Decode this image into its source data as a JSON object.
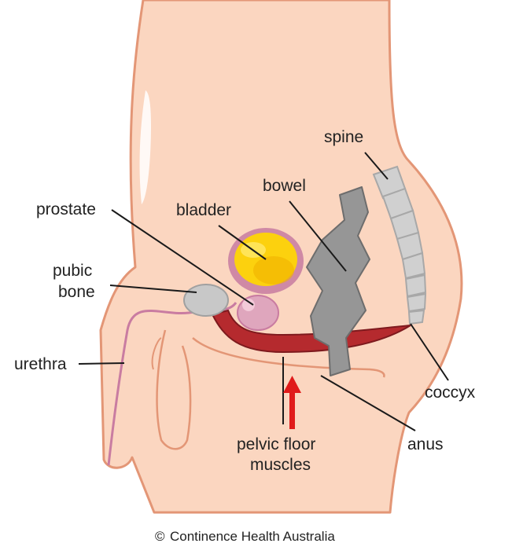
{
  "colors": {
    "skin": "#fbd6c0",
    "skin_outline": "#e39676",
    "bone": "#d0d0d0",
    "bone_outline": "#a8a8a8",
    "bladder_fill": "#fcd10e",
    "bladder_ring": "#cf89a5",
    "prostate": "#dfa6bd",
    "muscle": "#b52a2e",
    "bowel": "#969696",
    "urethra": "#c97ca1",
    "arrow": "#e01b1b",
    "leader": "#1a1a1a"
  },
  "labels": {
    "spine": "spine",
    "bowel": "bowel",
    "bladder": "bladder",
    "prostate": "prostate",
    "pubic_bone_1": "pubic",
    "pubic_bone_2": "bone",
    "urethra": "urethra",
    "coccyx": "coccyx",
    "anus": "anus",
    "pelvic_floor_1": "pelvic floor",
    "pelvic_floor_2": "muscles"
  },
  "credit": {
    "symbol": "©",
    "text": "Continence Health Australia"
  }
}
